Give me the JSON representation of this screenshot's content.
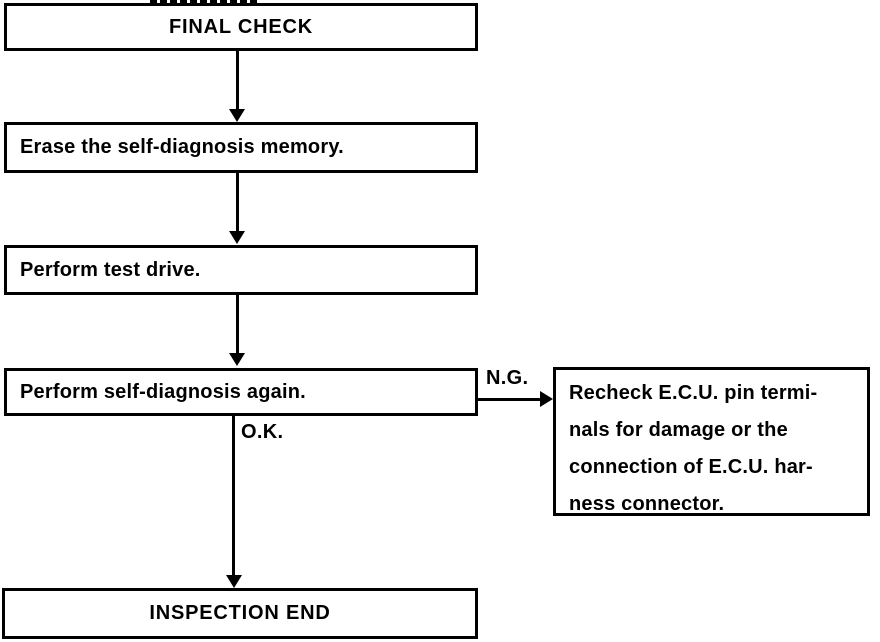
{
  "flowchart": {
    "start": {
      "label": "FINAL CHECK"
    },
    "steps": [
      {
        "label": "Erase the self-diagnosis memory."
      },
      {
        "label": "Perform test drive."
      },
      {
        "label": "Perform self-diagnosis again."
      }
    ],
    "end": {
      "label": "INSPECTION END"
    },
    "branch": {
      "ng_label": "N.G.",
      "ok_label": "O.K.",
      "recheck_lines": [
        "Recheck E.C.U. pin termi-",
        "nals for damage or the",
        "connection of E.C.U. har-",
        "ness connector."
      ]
    },
    "colors": {
      "ink": "#000000",
      "background": "#ffffff"
    }
  }
}
